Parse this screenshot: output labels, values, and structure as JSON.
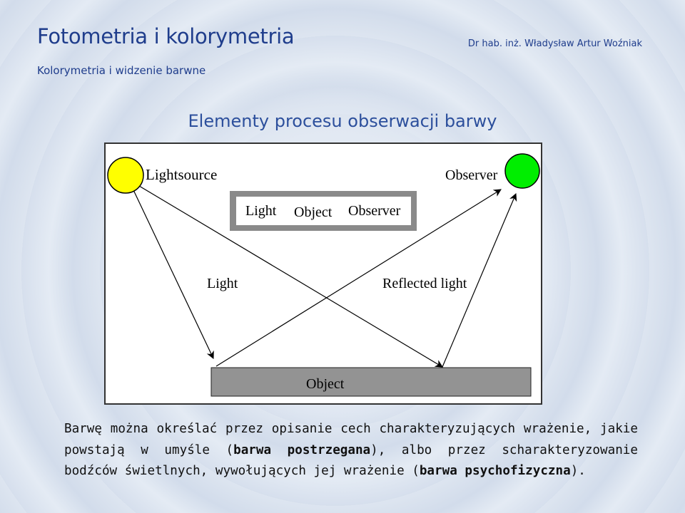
{
  "header": {
    "title": "Fotometria i kolorymetria",
    "author": "Dr hab. inż. Władysław Artur Woźniak",
    "subtitle": "Kolorymetria i widzenie barwne"
  },
  "slide": {
    "heading": "Elementy procesu obserwacji barwy"
  },
  "diagram": {
    "lightsource_label": "Lightsource",
    "observer_label": "Observer",
    "sequence": [
      "Light",
      "Object",
      "Observer"
    ],
    "light_label": "Light",
    "reflected_label": "Reflected light",
    "object_label": "Object",
    "colors": {
      "lightsource": "#ffff00",
      "observer": "#00ee00",
      "object_box": "#939393",
      "sequence_box_border": "#8a8a8a"
    }
  },
  "description": {
    "part1": "Barwę można określać przez opisanie cech charakteryzujących wrażenie, jakie powstają w umyśle (",
    "bold1": "barwa postrzegana",
    "part2": "), albo przez scharakteryzowanie bodźców świetlnych, wywołujących jej wrażenie (",
    "bold2": "barwa psychofizyczna",
    "part3": ")."
  }
}
